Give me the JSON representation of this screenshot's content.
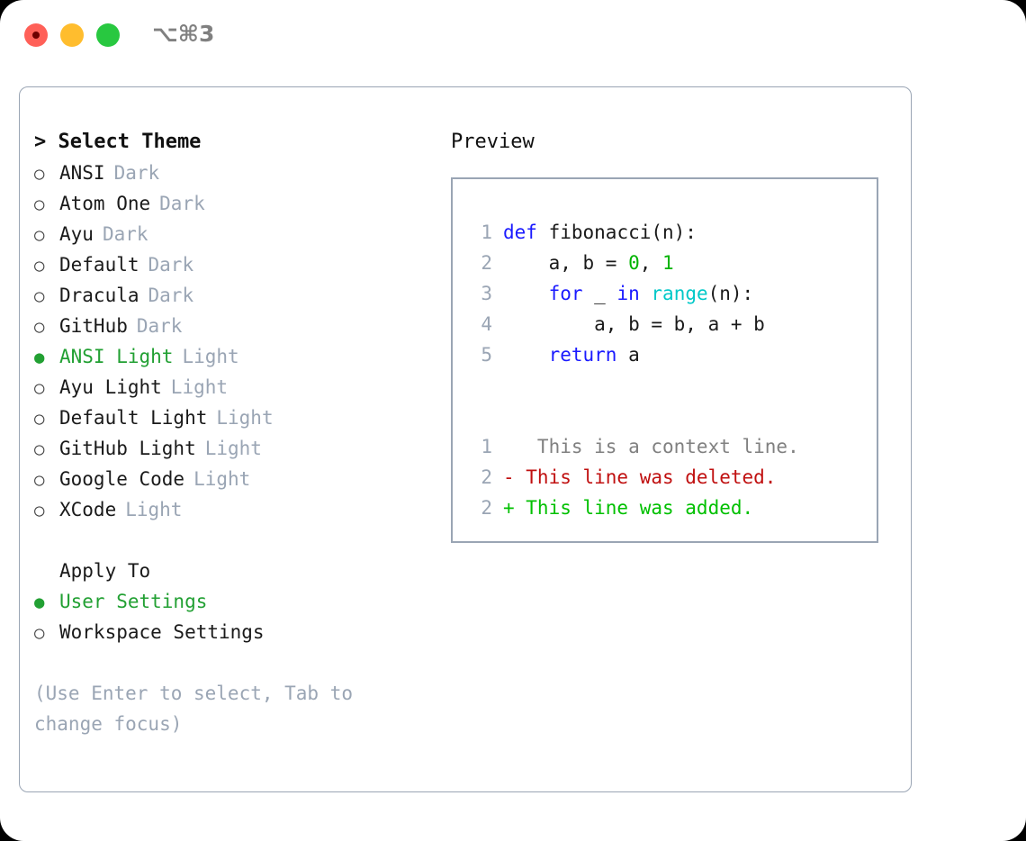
{
  "titlebar": {
    "traffic_lights": [
      {
        "name": "close",
        "color": "#ff6058"
      },
      {
        "name": "minimize",
        "color": "#ffbd2e"
      },
      {
        "name": "zoom",
        "color": "#28c840"
      }
    ],
    "shortcut": "⌥⌘3"
  },
  "theme_picker": {
    "title": "> Select Theme",
    "prompt": ">",
    "marker_unselected": "○",
    "marker_selected": "●",
    "accent_color": "#22a033",
    "muted_color": "#9aa5b4",
    "items": [
      {
        "name": "ANSI",
        "kind": "Dark",
        "selected": false
      },
      {
        "name": "Atom One",
        "kind": "Dark",
        "selected": false
      },
      {
        "name": "Ayu",
        "kind": "Dark",
        "selected": false
      },
      {
        "name": "Default",
        "kind": "Dark",
        "selected": false
      },
      {
        "name": "Dracula",
        "kind": "Dark",
        "selected": false
      },
      {
        "name": "GitHub",
        "kind": "Dark",
        "selected": false
      },
      {
        "name": "ANSI Light",
        "kind": "Light",
        "selected": true
      },
      {
        "name": "Ayu Light",
        "kind": "Light",
        "selected": false
      },
      {
        "name": "Default Light",
        "kind": "Light",
        "selected": false
      },
      {
        "name": "GitHub Light",
        "kind": "Light",
        "selected": false
      },
      {
        "name": "Google Code",
        "kind": "Light",
        "selected": false
      },
      {
        "name": "XCode",
        "kind": "Light",
        "selected": false
      }
    ]
  },
  "apply_to": {
    "heading": "Apply To",
    "items": [
      {
        "name": "User Settings",
        "selected": true
      },
      {
        "name": "Workspace Settings",
        "selected": false
      }
    ]
  },
  "hint": "(Use Enter to select, Tab to change focus)",
  "preview": {
    "title": "Preview",
    "code_lines": [
      {
        "num": "1",
        "tokens": [
          {
            "t": "def",
            "c": "kw"
          },
          {
            "t": " fibonacci(n):",
            "c": "pl"
          }
        ]
      },
      {
        "num": "2",
        "tokens": [
          {
            "t": "    a, b = ",
            "c": "pl"
          },
          {
            "t": "0",
            "c": "num"
          },
          {
            "t": ", ",
            "c": "pl"
          },
          {
            "t": "1",
            "c": "num"
          }
        ]
      },
      {
        "num": "3",
        "tokens": [
          {
            "t": "    ",
            "c": "pl"
          },
          {
            "t": "for",
            "c": "kw"
          },
          {
            "t": " _ ",
            "c": "pl"
          },
          {
            "t": "in",
            "c": "kw"
          },
          {
            "t": " ",
            "c": "pl"
          },
          {
            "t": "range",
            "c": "fn"
          },
          {
            "t": "(n):",
            "c": "pl"
          }
        ]
      },
      {
        "num": "4",
        "tokens": [
          {
            "t": "        a, b = b, a + b",
            "c": "pl"
          }
        ]
      },
      {
        "num": "5",
        "tokens": [
          {
            "t": "    ",
            "c": "pl"
          },
          {
            "t": "return",
            "c": "kw"
          },
          {
            "t": " a",
            "c": "pl"
          }
        ]
      }
    ],
    "diff_lines": [
      {
        "num": "1",
        "marker": " ",
        "text": "  This is a context line.",
        "kind": "ctx"
      },
      {
        "num": "2",
        "marker": "-",
        "text": " This line was deleted.",
        "kind": "del"
      },
      {
        "num": "2",
        "marker": "+",
        "text": " This line was added.",
        "kind": "add"
      }
    ],
    "syntax_colors": {
      "keyword": "#1a1aff",
      "number": "#00b300",
      "function": "#00c8c8",
      "plain": "#1a1a1a",
      "line_number": "#9aa5b4",
      "diff_context": "#808080",
      "diff_deleted": "#c01010",
      "diff_added": "#00c000"
    }
  }
}
